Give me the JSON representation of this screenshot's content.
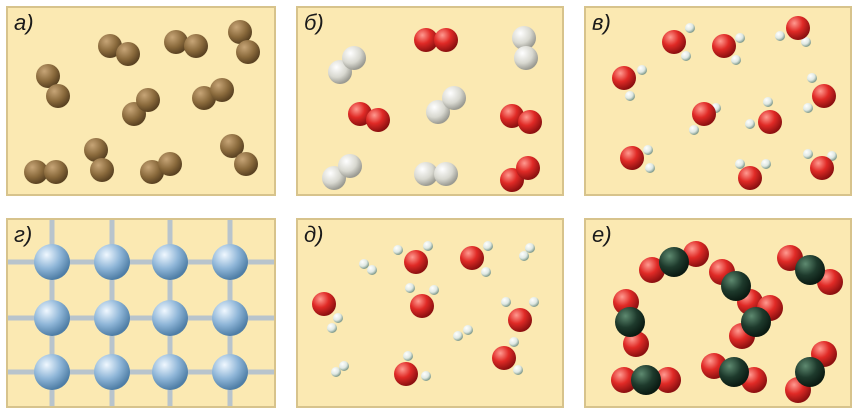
{
  "panels": [
    {
      "label": "а)",
      "content": "diatomic-molecules-brown"
    },
    {
      "label": "б)",
      "content": "diatomic-molecules-grey-and-red"
    },
    {
      "label": "в)",
      "content": "water-molecules"
    },
    {
      "label": "г)",
      "content": "crystal-lattice-blue"
    },
    {
      "label": "д)",
      "content": "water-and-hydrogen-molecules"
    },
    {
      "label": "е)",
      "content": "carbon-dioxide-molecules"
    }
  ],
  "colors": {
    "background": "#fbe9b2",
    "brown_atom": "#8a6a3c",
    "grey_atom": "#d8d8d0",
    "red_atom": "#d82a26",
    "hydrogen_atom": "#e6ece8",
    "blue_atom": "#8fb6d8",
    "dark_atom": "#1e3a2c"
  }
}
